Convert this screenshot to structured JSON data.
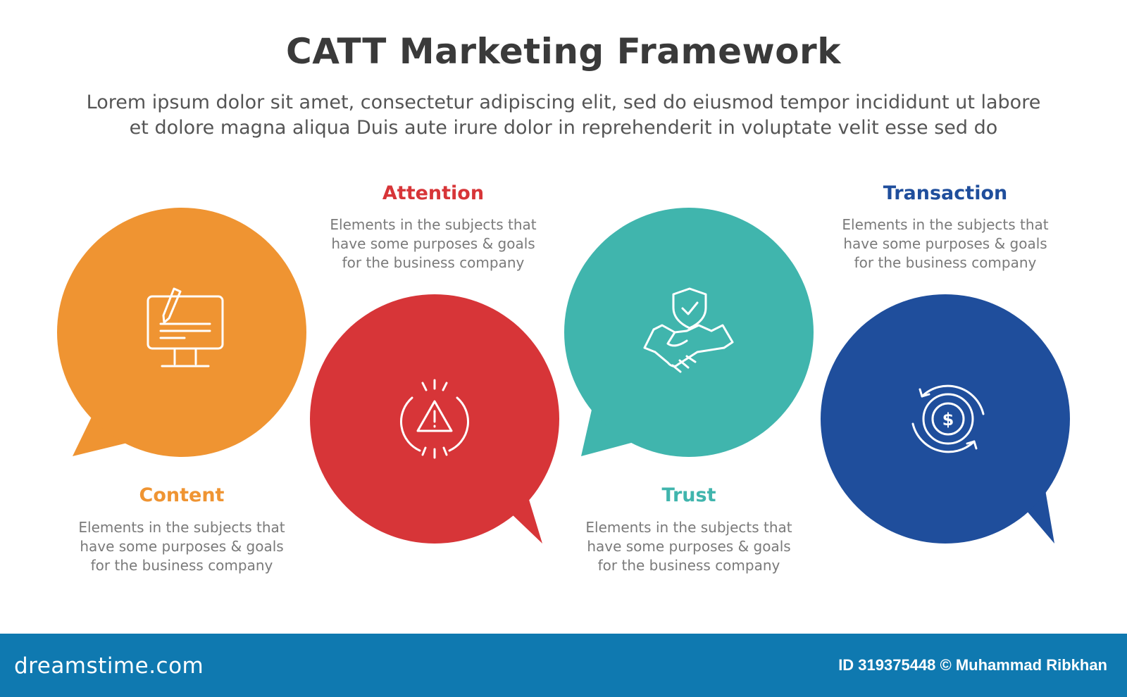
{
  "header": {
    "title": "CATT Marketing Framework",
    "subtitle_line1": "Lorem ipsum dolor sit amet, consectetur adipiscing elit, sed do eiusmod tempor incididunt ut labore",
    "subtitle_line2": "et dolore magna aliqua Duis aute irure dolor in reprehenderit in voluptate velit esse sed do"
  },
  "steps": [
    {
      "title": "Content",
      "desc_line1": "Elements in the subjects that",
      "desc_line2": "have  some purposes & goals",
      "desc_line3": "for the  business company",
      "color": "#ef9432",
      "icon": "computer-with-pen-icon"
    },
    {
      "title": "Attention",
      "desc_line1": "Elements in the subjects that",
      "desc_line2": "have  some purposes & goals",
      "desc_line3": "for the  business company",
      "color": "#d73538",
      "icon": "warning-alert-icon"
    },
    {
      "title": "Trust",
      "desc_line1": "Elements in the subjects that",
      "desc_line2": "have  some purposes & goals",
      "desc_line3": "for the  business company",
      "color": "#40b5ad",
      "icon": "handshake-shield-icon"
    },
    {
      "title": "Transaction",
      "desc_line1": "Elements in the subjects that",
      "desc_line2": "have  some purposes & goals",
      "desc_line3": "for the  business company",
      "color": "#1f4e9c",
      "icon": "dollar-cycle-icon"
    }
  ],
  "footer": {
    "brand": "dreamstime.com",
    "credit": "ID 319375448 © Muhammad Ribkhan",
    "color": "#0f79b0"
  }
}
